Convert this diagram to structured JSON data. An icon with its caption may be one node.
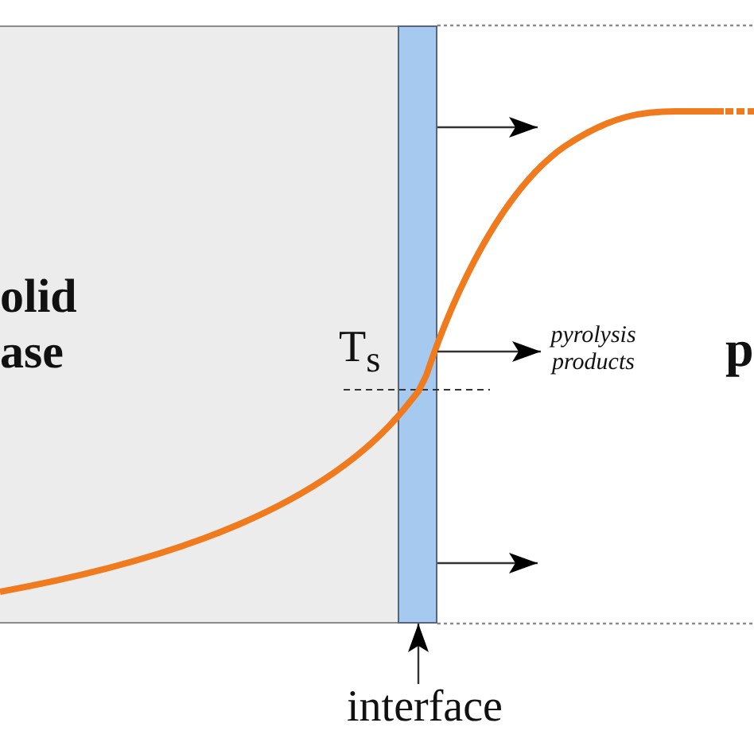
{
  "diagram": {
    "nodes": [
      {
        "text": [
          "olid ase"
        ]
      },
      {
        "text": [],
        "shape": "bar"
      },
      {
        "text": [
          "pyrolysis products"
        ]
      },
      {
        "text": [
          "interface"
        ]
      }
    ],
    "edges": [
      {
        "from": 1,
        "to": null,
        "arrow": "to"
      },
      {
        "from": 1,
        "to": 2,
        "arrow": "to"
      },
      {
        "from": 1,
        "to": null,
        "arrow": "to"
      },
      {
        "from": 3,
        "to": 1,
        "arrow": "to"
      }
    ],
    "labels": [
      "T$_{s}$",
      "p"
    ]
  }
}
